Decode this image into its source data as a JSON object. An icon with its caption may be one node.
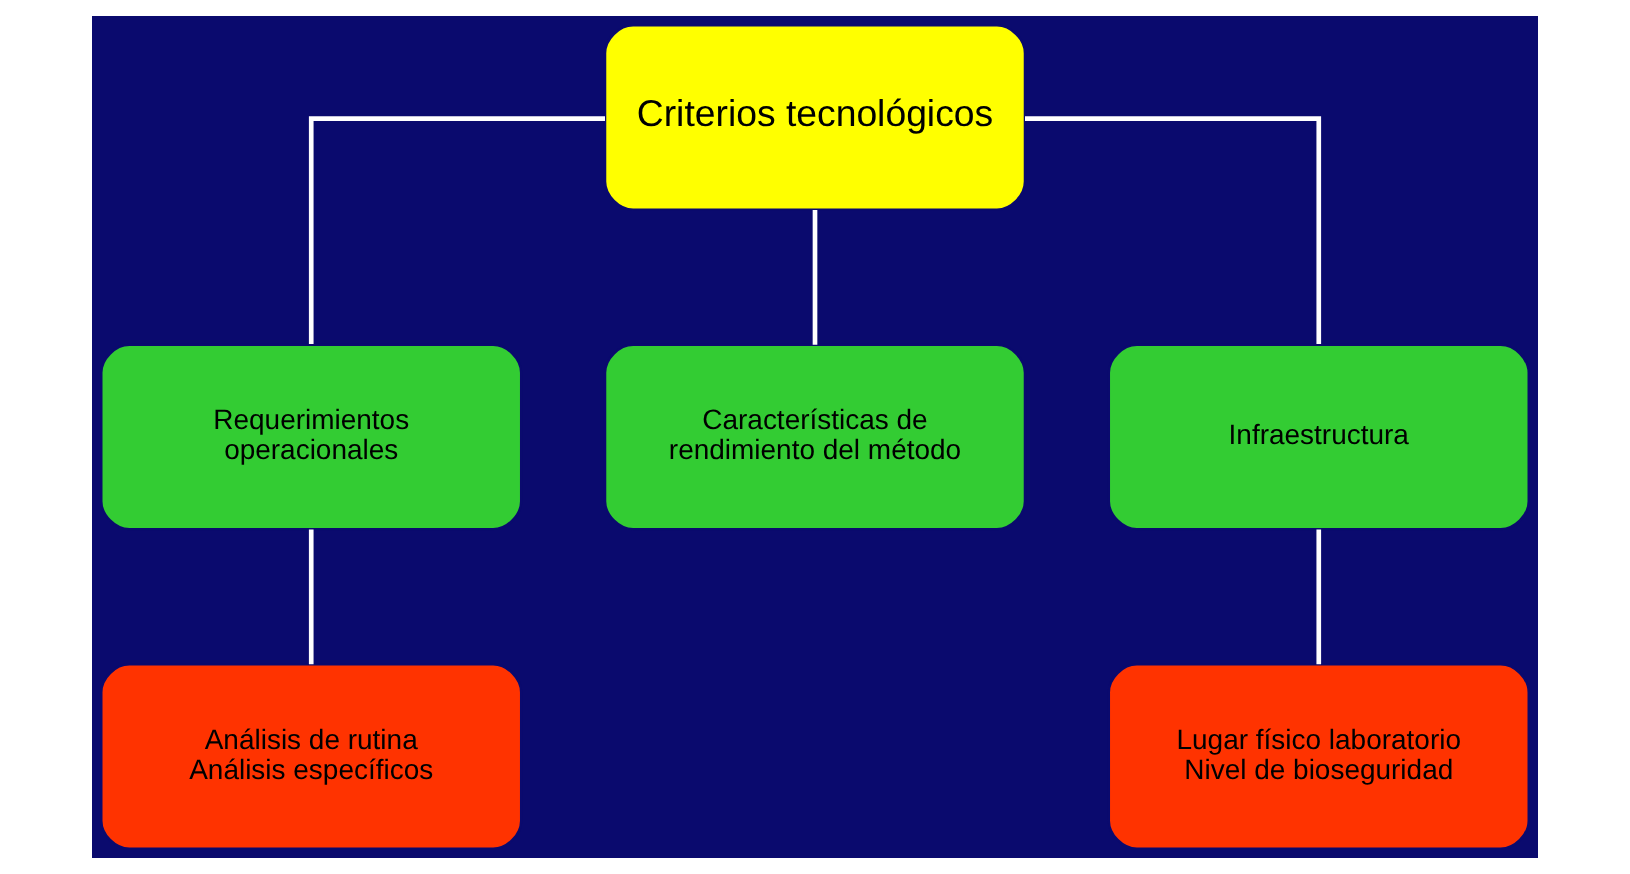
{
  "diagram": {
    "nodes": [
      {
        "text": [
          "Criterios tecnológicos"
        ]
      },
      {
        "text": [
          "Requerimientos operacionales"
        ]
      },
      {
        "text": [
          "Características de rendimiento del método"
        ]
      },
      {
        "text": [
          "Infraestructura"
        ]
      },
      {
        "text": [
          "Análisis de rutina",
          "Análisis específicos"
        ]
      },
      {
        "text": [
          "Lugar físico laboratorio",
          "Nivel de bioseguridad"
        ]
      }
    ],
    "edges": [
      {
        "from": 0,
        "to": 1,
        "arrow": "none"
      },
      {
        "from": 0,
        "to": 2,
        "arrow": "none"
      },
      {
        "from": 0,
        "to": 3,
        "arrow": "none"
      },
      {
        "from": 1,
        "to": 4,
        "arrow": "none"
      },
      {
        "from": 3,
        "to": 5,
        "arrow": "none"
      }
    ]
  }
}
